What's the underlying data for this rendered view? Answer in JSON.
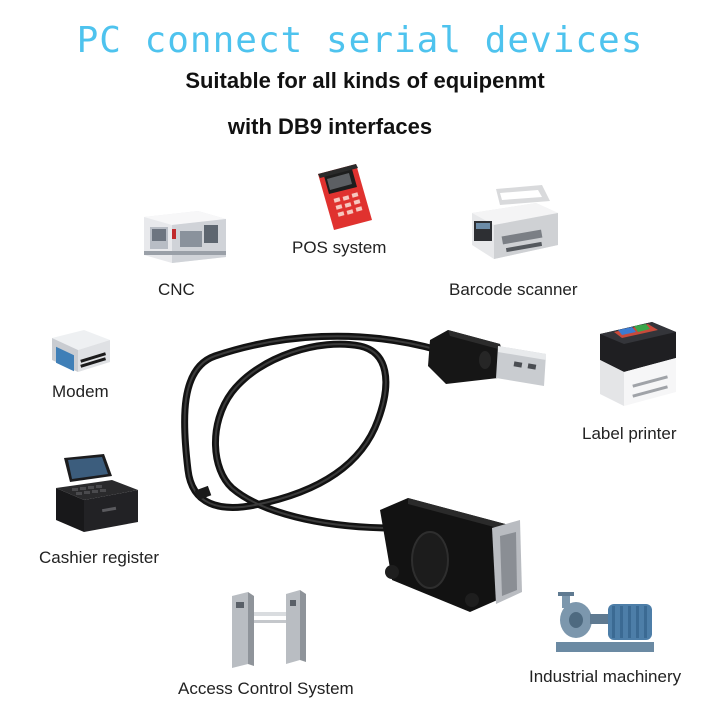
{
  "header": {
    "title": "PC connect serial devices",
    "subtitle_line1": "Suitable for all kinds of equipenmt",
    "subtitle_line2": "with DB9 interfaces"
  },
  "devices": {
    "pos": "POS system",
    "cnc": "CNC",
    "barcode": "Barcode scanner",
    "modem": "Modem",
    "label_printer": "Label printer",
    "cashier": "Cashier register",
    "access": "Access Control System",
    "industrial": "Industrial machinery"
  }
}
